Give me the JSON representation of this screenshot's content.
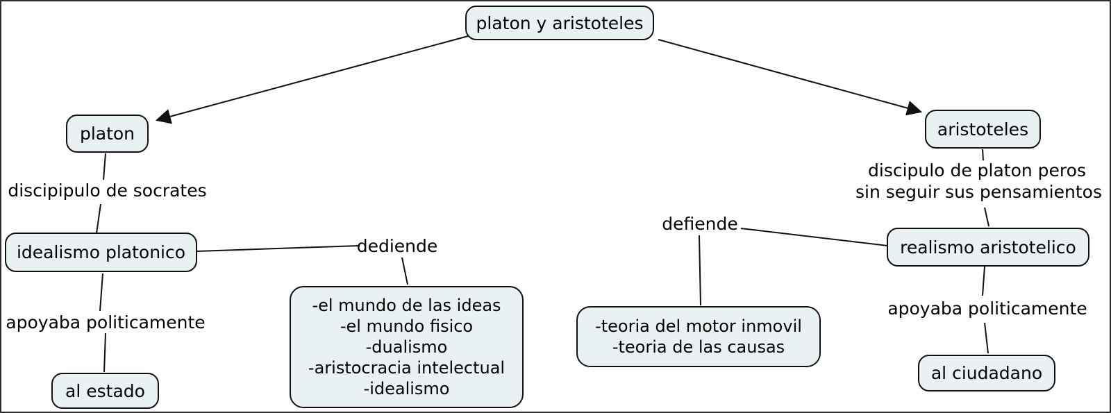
{
  "colors": {
    "canvas_bg": "#ffffff",
    "node_fill": "#e9f1f2",
    "node_border": "#111111",
    "line": "#111111",
    "text": "#000000"
  },
  "nodes": {
    "root": "platon y aristoteles",
    "platon": "platon",
    "aristoteles": "aristoteles",
    "idealismo_platonico": "idealismo platonico",
    "realismo_aristotelico": "realismo aristotelico",
    "al_estado": "al estado",
    "al_ciudadano": "al ciudadano",
    "ideas": {
      "lines": [
        "-el mundo de las ideas",
        "-el mundo fisico",
        "-dualismo",
        "-aristocracia intelectual",
        "-idealismo"
      ]
    },
    "teorias": {
      "lines": [
        "-teoria del motor inmovil",
        "-teoria de las causas"
      ]
    }
  },
  "link_labels": {
    "discipulo_de_socrates": "discipipulo de socrates",
    "dediende": "dediende",
    "apoyaba_politicamente_left": "apoyaba politicamente",
    "defiende": "defiende",
    "discipulo_de_platon_line1": "discipulo de platon peros",
    "discipulo_de_platon_line2": "sin seguir sus pensamientos",
    "apoyaba_politicamente_right": "apoyaba politicamente"
  }
}
